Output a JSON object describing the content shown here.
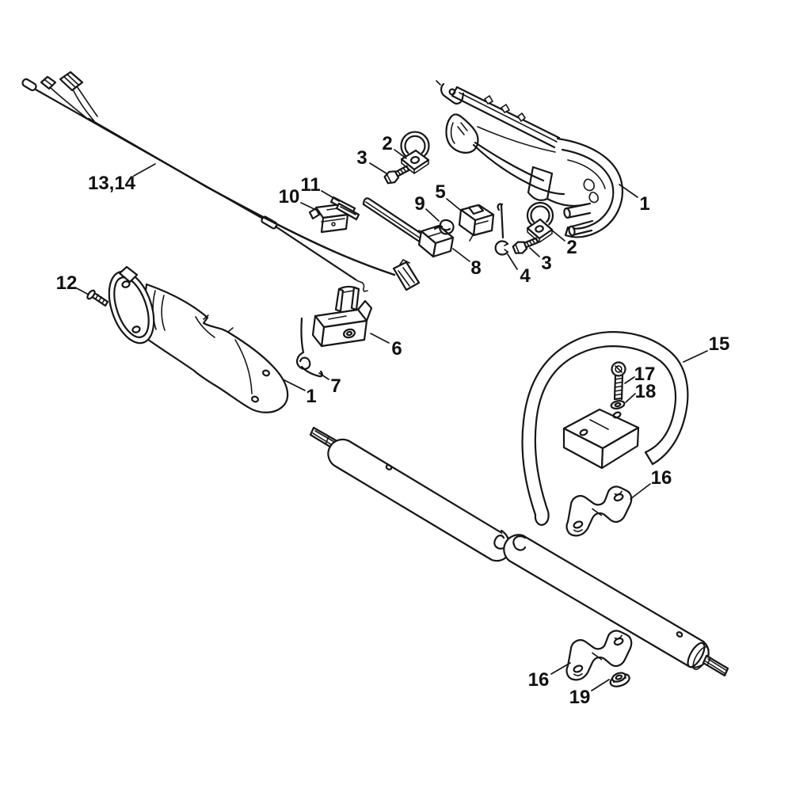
{
  "diagram": {
    "background": "#ffffff",
    "line_color": "#161616",
    "label_color": "#101010",
    "callouts": [
      {
        "id": "13-14",
        "text": "13,14",
        "target": "throttle-cable-wiring-harness"
      },
      {
        "id": "12",
        "text": "12",
        "target": "self-tapping-screw"
      },
      {
        "id": "1-lower",
        "text": "1",
        "target": "handle-housing-lower-half"
      },
      {
        "id": "7",
        "text": "7",
        "target": "torsion-spring"
      },
      {
        "id": "6",
        "text": "6",
        "target": "throttle-trigger"
      },
      {
        "id": "11",
        "text": "11",
        "target": "slide-strip"
      },
      {
        "id": "10",
        "text": "10",
        "target": "switch-shaft"
      },
      {
        "id": "2-upper",
        "text": "2",
        "target": "clamp"
      },
      {
        "id": "3-upper",
        "text": "3",
        "target": "clamp-screw"
      },
      {
        "id": "5",
        "text": "5",
        "target": "stop-switch"
      },
      {
        "id": "9",
        "text": "9",
        "target": "contact-spring"
      },
      {
        "id": "8",
        "text": "8",
        "target": "trigger-interlock-lever"
      },
      {
        "id": "2-lower",
        "text": "2",
        "target": "clamp"
      },
      {
        "id": "3-lower",
        "text": "3",
        "target": "clamp-screw"
      },
      {
        "id": "4",
        "text": "4",
        "target": "spring-clip"
      },
      {
        "id": "1-upper",
        "text": "1",
        "target": "handle-housing-upper-half"
      },
      {
        "id": "15",
        "text": "15",
        "target": "loop-handle"
      },
      {
        "id": "17",
        "text": "17",
        "target": "socket-head-screw"
      },
      {
        "id": "18",
        "text": "18",
        "target": "washer"
      },
      {
        "id": "16-upper",
        "text": "16",
        "target": "clamp-bracket"
      },
      {
        "id": "16-lower",
        "text": "16",
        "target": "clamp-bracket"
      },
      {
        "id": "19",
        "text": "19",
        "target": "flange-nut"
      }
    ]
  }
}
